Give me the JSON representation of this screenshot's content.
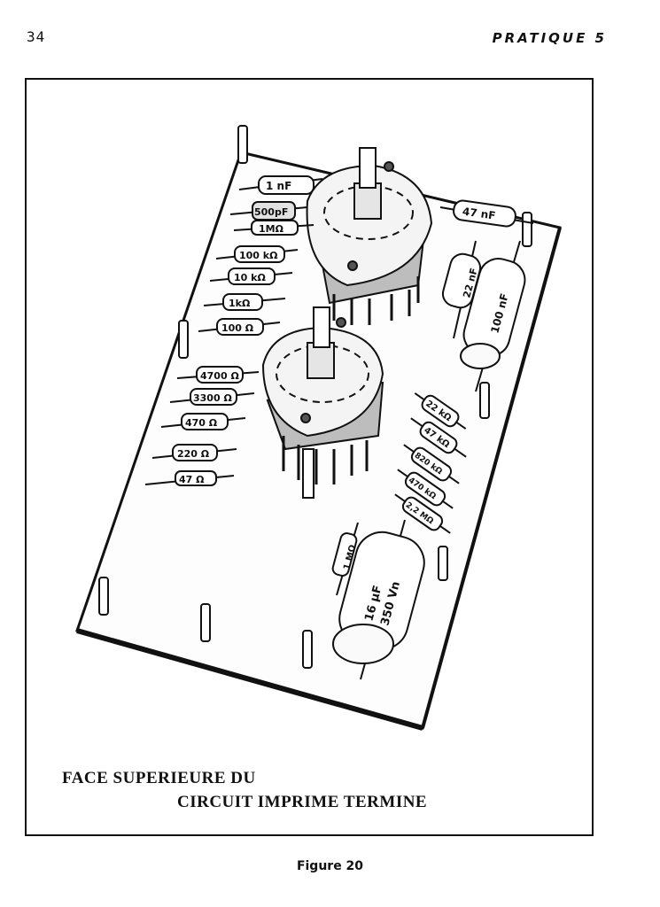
{
  "page": {
    "number": "34",
    "running_head": "PRATIQUE 5"
  },
  "figure": {
    "caption_line1": "FACE SUPERIEURE DU",
    "caption_line2": "CIRCUIT IMPRIME TERMINE",
    "label": "Figure 20"
  },
  "components": {
    "top_left_resistors": [
      "1 nF",
      "500pF",
      "1MΩ",
      "100 kΩ",
      "10 kΩ",
      "1kΩ",
      "100 Ω"
    ],
    "mid_left_resistors": [
      "4700 Ω",
      "3300 Ω",
      "470 Ω",
      "220 Ω",
      "47 Ω"
    ],
    "right_resistors": [
      "22 kΩ",
      "47 kΩ",
      "820 kΩ",
      "470 kΩ",
      "2,2 MΩ"
    ],
    "top_right_capacitor": "47 nF",
    "small_capacitor": "22 nF",
    "large_capacitor": "100 nF",
    "vertical_resistor": "1 MΩ",
    "electrolytic_line1": "16 µF",
    "electrolytic_line2": "350 Vn"
  }
}
